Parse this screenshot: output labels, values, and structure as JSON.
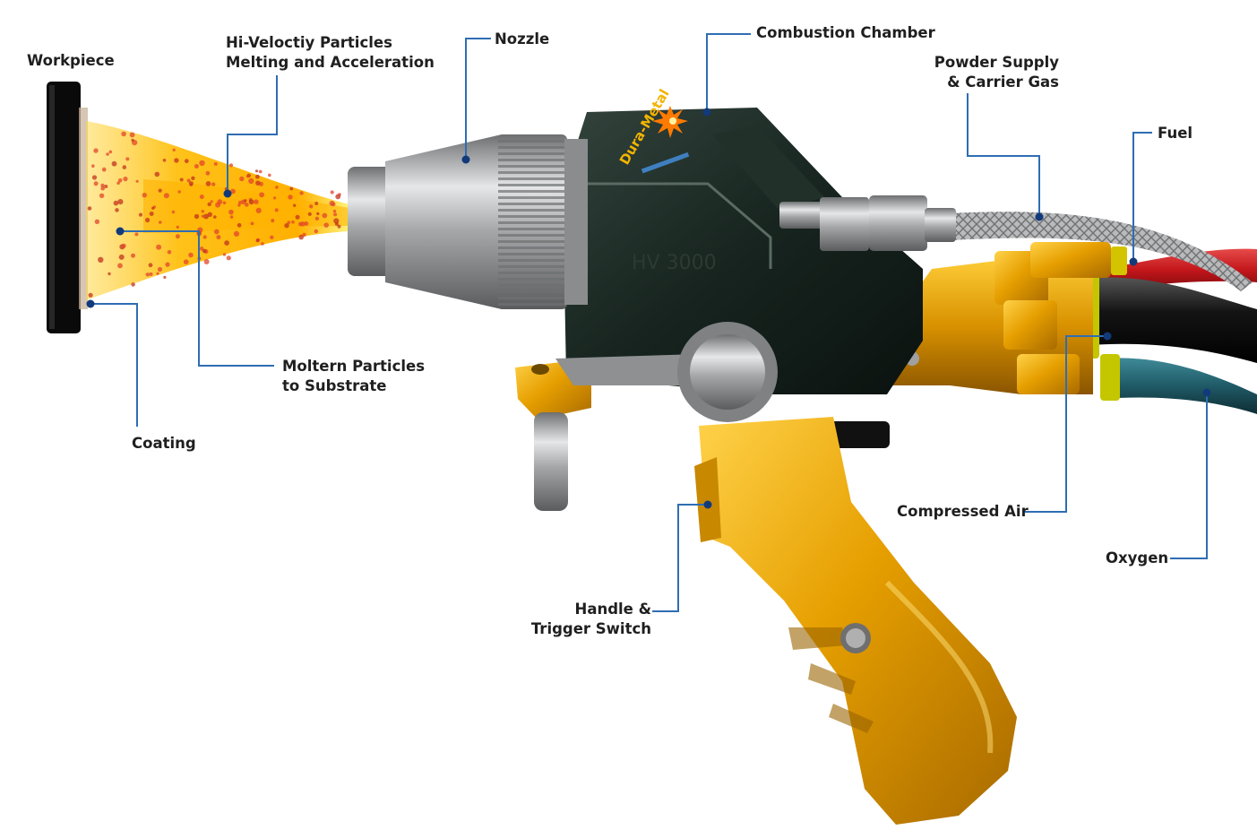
{
  "labels": {
    "workpiece": "Workpiece",
    "hv_particles_1": "Hi-Veloctiy Particles",
    "hv_particles_2": "Melting and Acceleration",
    "nozzle": "Nozzle",
    "combustion_chamber": "Combustion Chamber",
    "powder_supply_1": "Powder Supply",
    "powder_supply_2": "& Carrier Gas",
    "fuel": "Fuel",
    "molten_particles_1": "Moltern Particles",
    "molten_particles_2": "to Substrate",
    "coating": "Coating",
    "compressed_air": "Compressed Air",
    "oxygen": "Oxygen",
    "handle_1": "Handle &",
    "handle_2": "Trigger Switch"
  },
  "device": {
    "brand_mark": "Dura-Metal",
    "model": "HV 3000"
  },
  "colors": {
    "leader_line": "#2f6db3",
    "leader_dot": "#123a7a",
    "body": "#17241f",
    "handle_gold": "#e7a300",
    "nozzle_silver": "#a9abad",
    "flame_yellow": "#ffd21a",
    "fuel_hose": "#c3161b",
    "air_hose": "#141414",
    "oxygen_hose": "#1f5a66"
  },
  "icons": [
    "flame-spark-icon"
  ]
}
